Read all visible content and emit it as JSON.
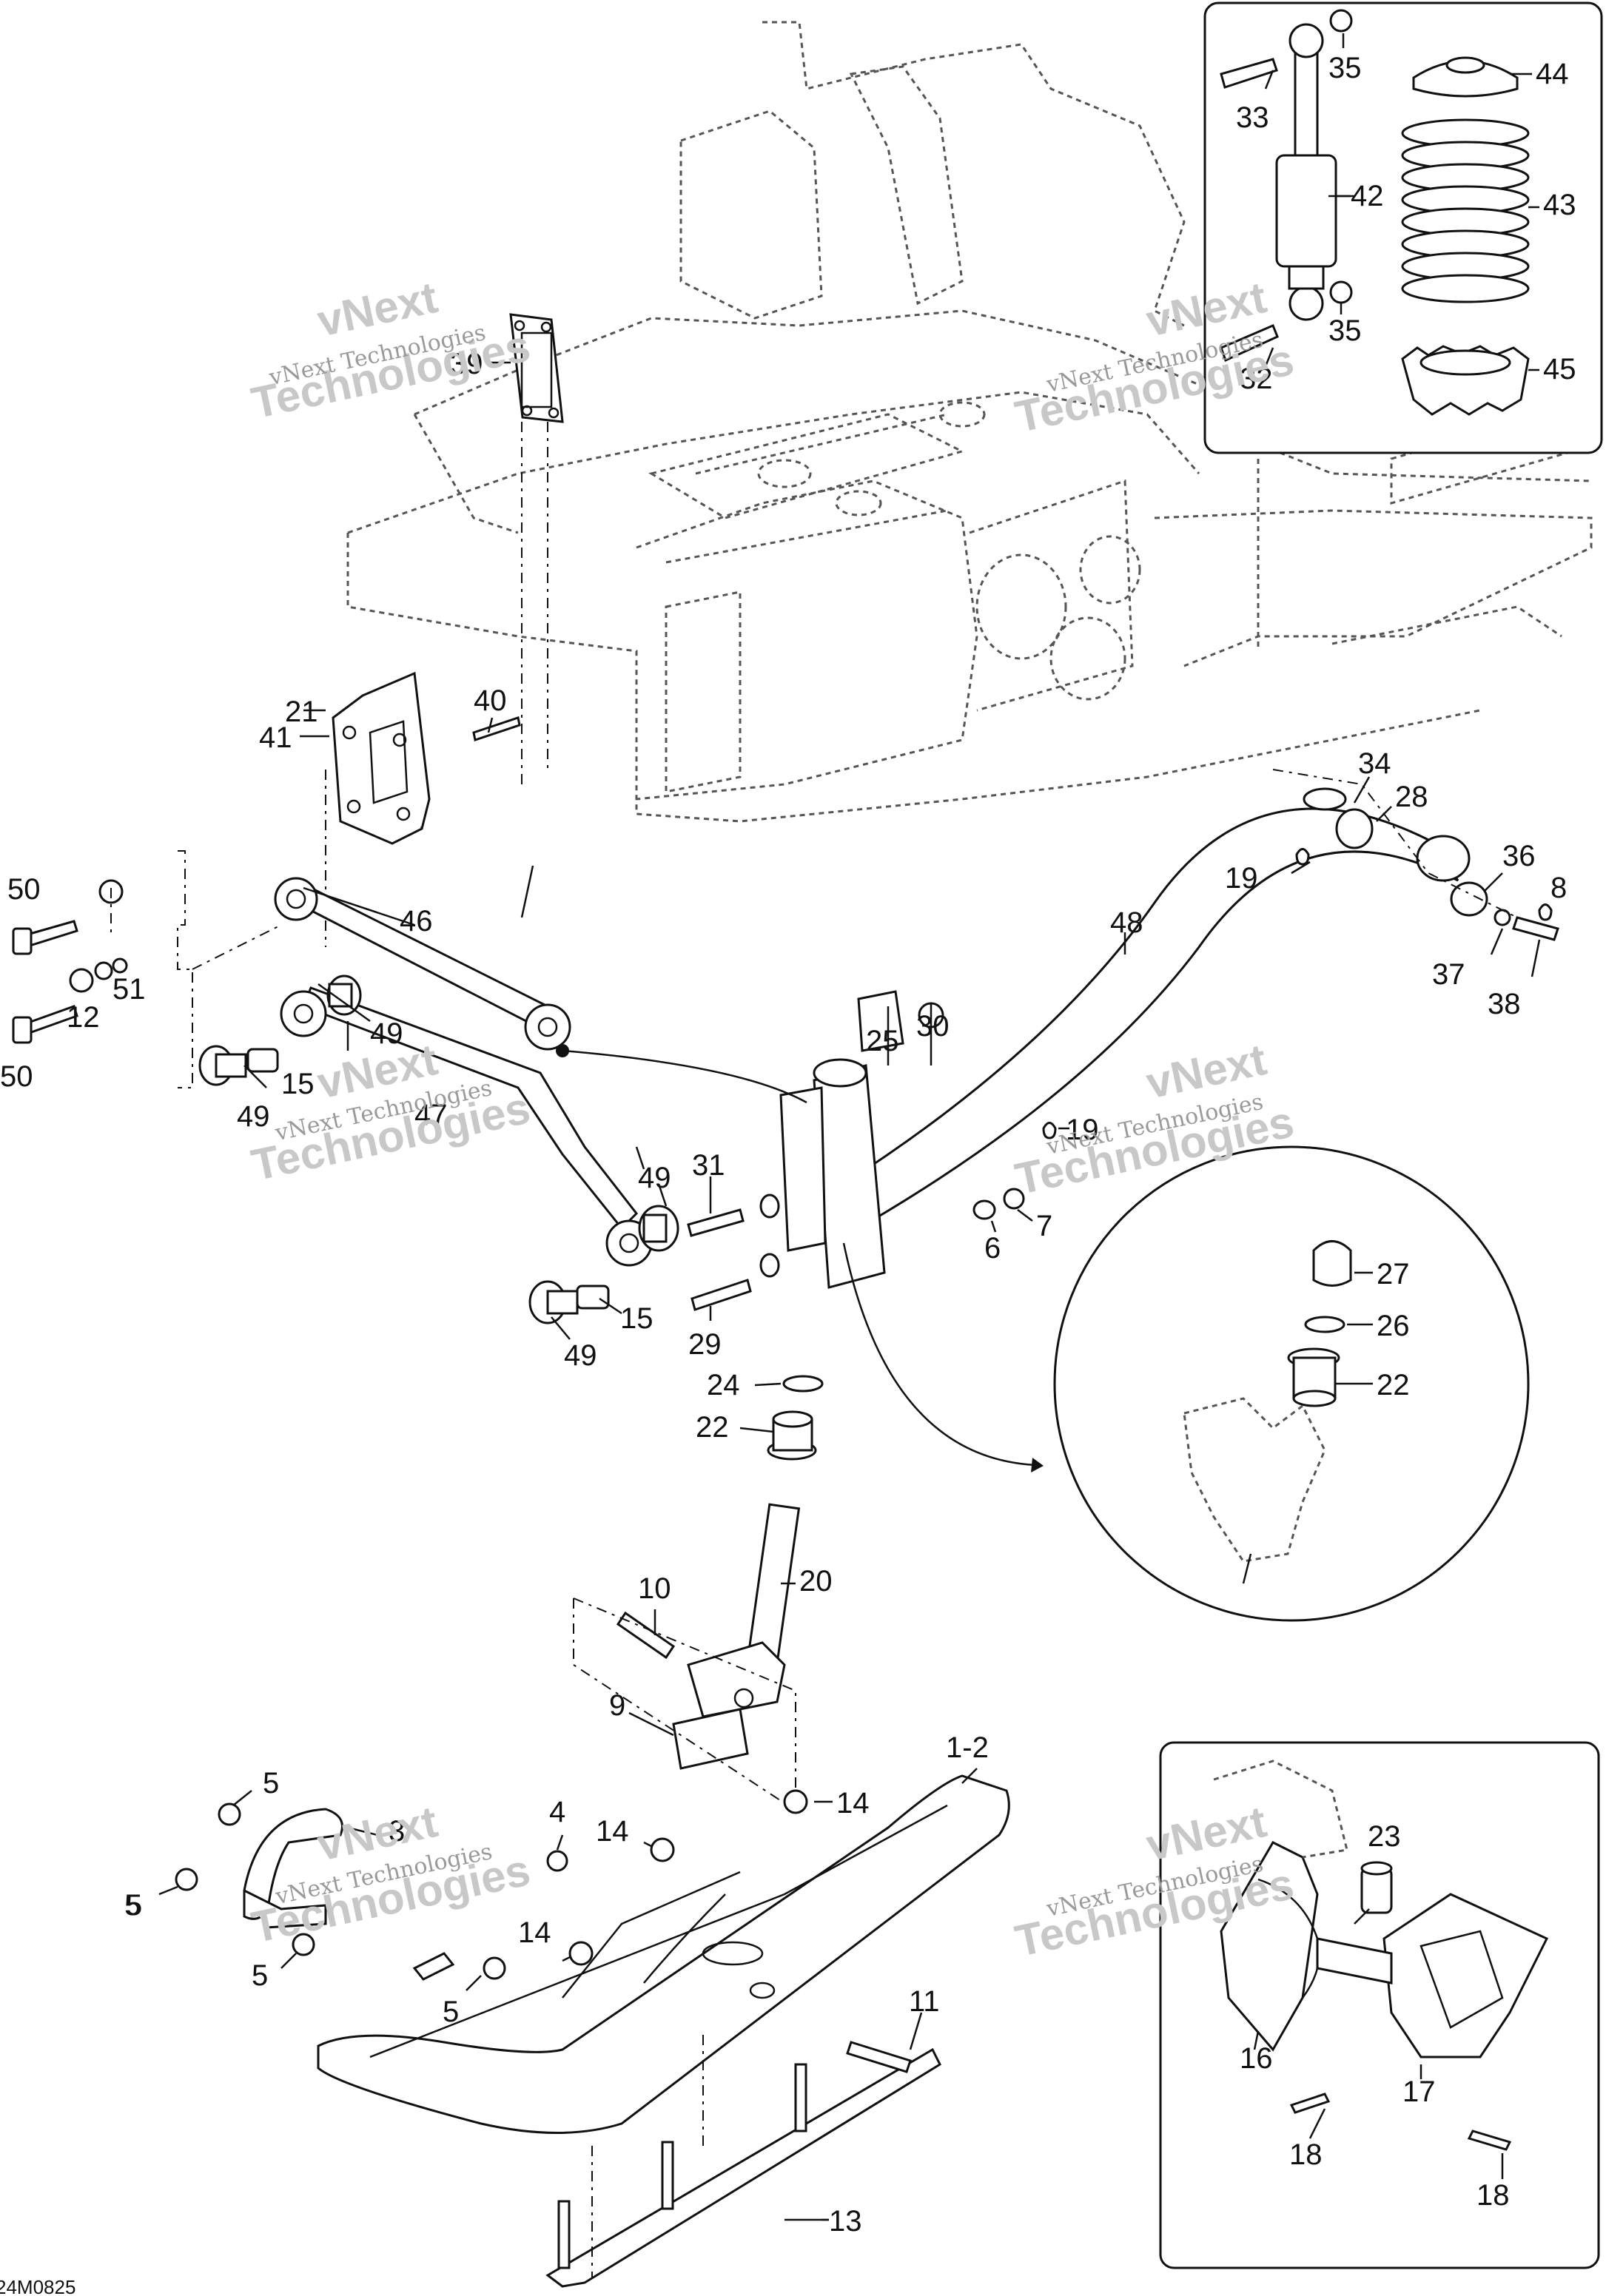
{
  "diagram_code": "24M0825",
  "watermark": {
    "line1": "vNext",
    "line2": "Technologies",
    "caption": "vNext Technologies"
  },
  "labels": [
    "1-2",
    "3",
    "4",
    "5",
    "5",
    "5",
    "5",
    "5",
    "6",
    "7",
    "8",
    "9",
    "10",
    "11",
    "12",
    "13",
    "14",
    "14",
    "14",
    "15",
    "15",
    "16",
    "17",
    "18",
    "18",
    "19",
    "19",
    "20",
    "21",
    "22",
    "22",
    "23",
    "24",
    "25",
    "26",
    "27",
    "28",
    "29",
    "30",
    "31",
    "32",
    "33",
    "34",
    "35",
    "35",
    "36",
    "37",
    "38",
    "39",
    "40",
    "41",
    "42",
    "43",
    "44",
    "45",
    "46",
    "47",
    "48",
    "49",
    "49",
    "49",
    "49",
    "50",
    "50",
    "51"
  ]
}
